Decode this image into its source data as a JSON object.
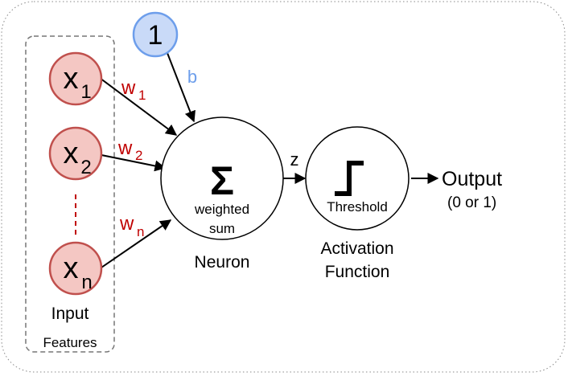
{
  "bias": {
    "node_label": "1",
    "edge_label": "b"
  },
  "inputs": [
    {
      "base": "x",
      "sub": "1",
      "weight_base": "w",
      "weight_sub": "1"
    },
    {
      "base": "x",
      "sub": "2",
      "weight_base": "w",
      "weight_sub": "2"
    },
    {
      "base": "x",
      "sub": "n",
      "weight_base": "w",
      "weight_sub": "n"
    }
  ],
  "input_label": "Input",
  "features_label": "Features",
  "neuron": {
    "symbol": "Σ",
    "line1": "weighted",
    "line2": "sum",
    "caption": "Neuron"
  },
  "z_label": "z",
  "activation": {
    "inner_label": "Threshold",
    "caption_line1": "Activation",
    "caption_line2": "Function"
  },
  "output": {
    "label": "Output",
    "sub": "(0 or 1)"
  },
  "colors": {
    "input_fill": "#f4c7c3",
    "input_stroke": "#c0504d",
    "bias_fill": "#c9daf8",
    "bias_stroke": "#6d9eeb",
    "weight_text": "#c00000",
    "bias_text": "#6d9eeb",
    "line": "#000000",
    "dashed_box": "#777777"
  }
}
